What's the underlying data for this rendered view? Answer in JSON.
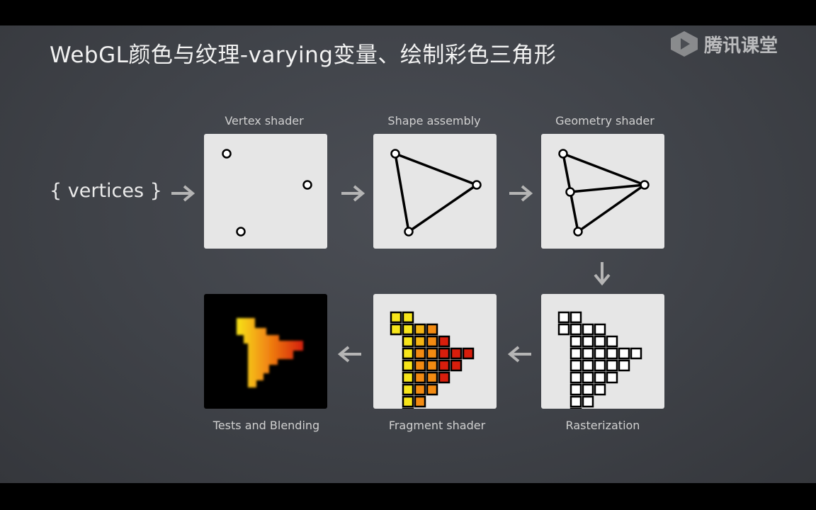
{
  "slide": {
    "title": "WebGL颜色与纹理-varying变量、绘制彩色三角形",
    "logo_text": "腾讯课堂",
    "input_label": "{ vertices }"
  },
  "stages": {
    "vertex": "Vertex shader",
    "shape": "Shape assembly",
    "geometry": "Geometry shader",
    "raster": "Rasterization",
    "fragment": "Fragment shader",
    "tests": "Tests and Blending"
  },
  "colors": {
    "board": "#404349",
    "panel": "#e6e6e6",
    "arrow": "#b5b5b5",
    "fragment_yellow": "#f7e51a",
    "fragment_orange": "#f28a12",
    "fragment_red": "#d81e0c"
  }
}
